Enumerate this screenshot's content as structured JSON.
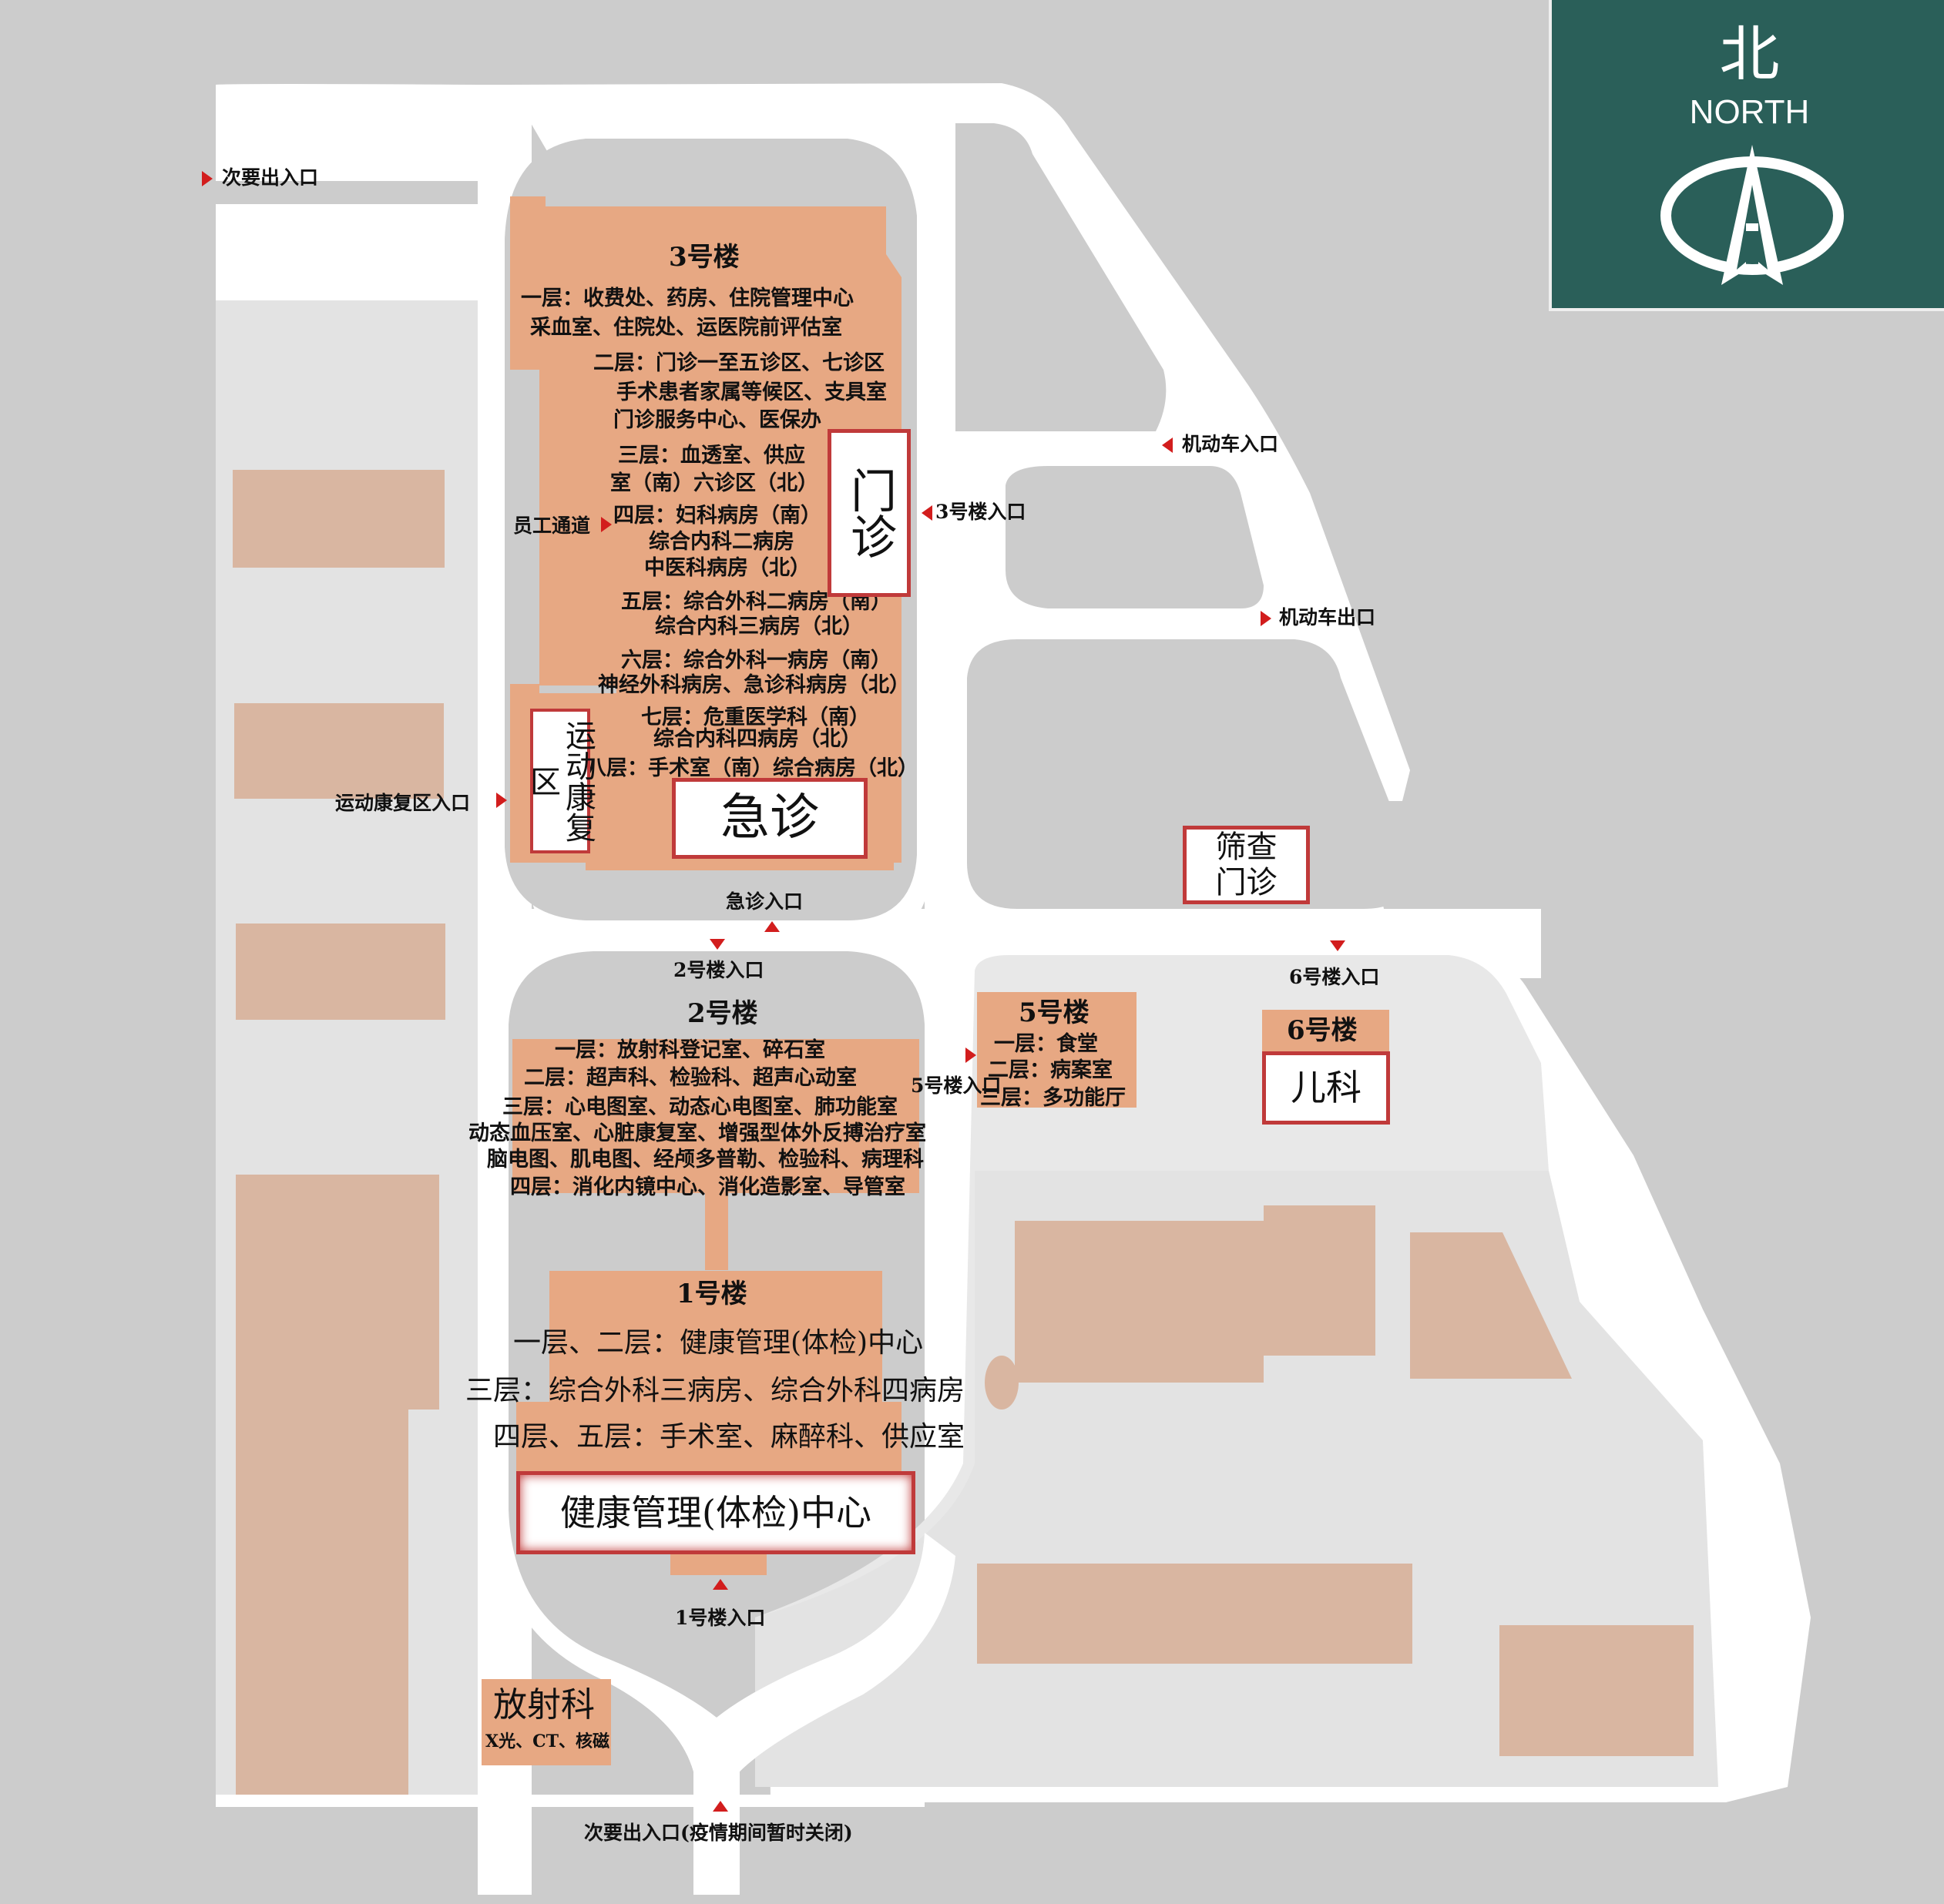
{
  "colors": {
    "background": "#cccccc",
    "road": "#ffffff",
    "building": "#e7a883",
    "building_muted": "#d9b6a1",
    "marker": "#d21d1d",
    "box_border": "#c03a3a",
    "compass_bg": "#2a5f59"
  },
  "compass": {
    "title": "北",
    "subtitle": "NORTH",
    "icon": "north-arrow-icon"
  },
  "entrances": {
    "secondary_top": "次要出入口",
    "vehicle_in": "机动车入口",
    "vehicle_out": "机动车出口",
    "building3": "3号楼入口",
    "staff": "员工通道",
    "rehab": "运动康复区入口",
    "emergency": "急诊入口",
    "building2": "2号楼入口",
    "building5": "5号楼入口",
    "building6": "6号楼入口",
    "building1": "1号楼入口",
    "secondary_bottom": "次要出入口(疫情期间暂时关闭)"
  },
  "building3": {
    "name": "3号楼",
    "floors": [
      "一层：收费处、药房、住院管理中心",
      "采血室、住院处、运医院前评估室",
      "二层：门诊一至五诊区、七诊区",
      "手术患者家属等候区、支具室",
      "门诊服务中心、医保办",
      "三层：血透室、供应",
      "室（南）六诊区（北）",
      "四层：妇科病房（南）",
      "综合内科二病房",
      "中医科病房（北）",
      "五层：综合外科二病房（南）",
      "综合内科三病房（北）",
      "六层：综合外科一病房（南）",
      "神经外科病房、急诊科病房（北）",
      "七层：危重医学科（南）",
      "综合内科四病房（北）",
      "八层：手术室（南）综合病房（北）"
    ],
    "outpatient": "门诊",
    "emergency": "急诊",
    "rehab": "运动康复区"
  },
  "building2": {
    "name": "2号楼",
    "floors": [
      "一层：放射科登记室、碎石室",
      "二层：超声科、检验科、超声心动室",
      "三层：心电图室、动态心电图室、肺功能室",
      "动态血压室、心脏康复室、增强型体外反搏治疗室",
      "脑电图、肌电图、经颅多普勒、检验科、病理科",
      "四层：消化内镜中心、消化造影室、导管室"
    ]
  },
  "building1": {
    "name": "1号楼",
    "floors": [
      "一层、二层：健康管理(体检)中心",
      "三层：综合外科三病房、综合外科四病房",
      "四层、五层：手术室、麻醉科、供应室"
    ],
    "center": "健康管理(体检)中心"
  },
  "building5": {
    "name": "5号楼",
    "floors": [
      "一层：食堂",
      "二层：病案室",
      "三层：多功能厅"
    ]
  },
  "building6": {
    "name": "6号楼",
    "pediatrics": "儿科"
  },
  "screening": "筛查门诊",
  "radiology": {
    "name": "放射科",
    "detail": "X光、CT、核磁"
  }
}
